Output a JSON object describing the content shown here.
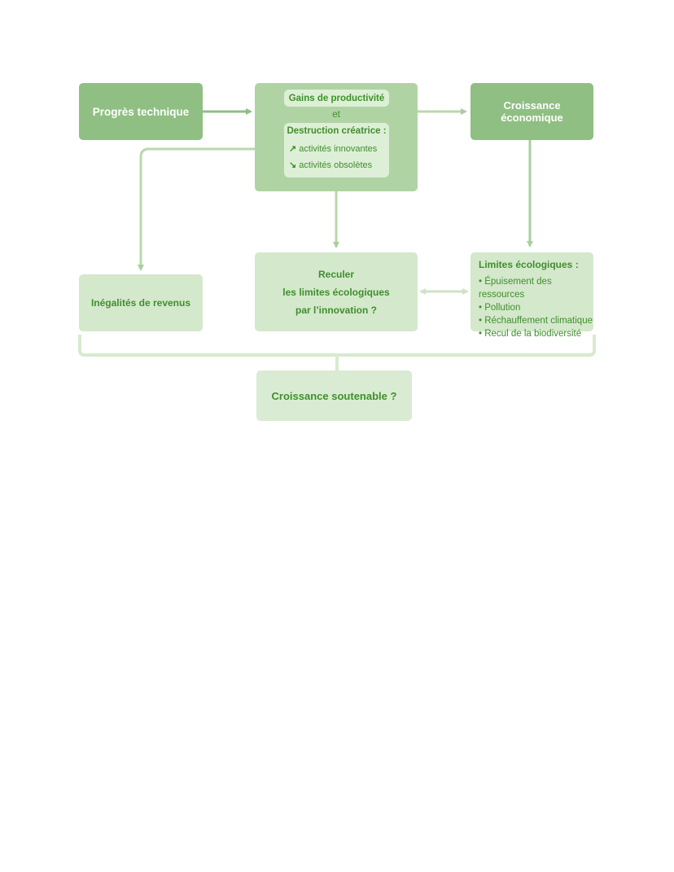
{
  "nodes": {
    "progres": "Progrès technique",
    "gains": "Gains de productivité",
    "et": "et",
    "destruction": "Destruction créatrice :",
    "innovantes": "activités innovantes",
    "obsoletes": "activités obsolètes",
    "croissance_line1": "Croissance",
    "croissance_line2": "économique",
    "inegalites": "Inégalités de revenus",
    "reculer_line1": "Reculer",
    "reculer_line2": "les limites écologiques",
    "reculer_line3": "par l’innovation ?",
    "limites_title": "Limites écologiques :",
    "limites_items": [
      "Épuisement des ressources",
      "Pollution",
      "Réchauffement climatique",
      "Recul de la biodiversité"
    ],
    "soutenable": "Croissance soutenable ?"
  },
  "icons": {
    "up": "arrow-up-right-icon",
    "down": "arrow-down-right-icon"
  },
  "colors": {
    "dark_box": "#8fbf82",
    "mid_box": "#b0d3a4",
    "light_box": "#d4e8cc",
    "text_green": "#3f8f2c",
    "arrow_dark": "#8fbf82",
    "arrow_light": "#cde3c5"
  }
}
